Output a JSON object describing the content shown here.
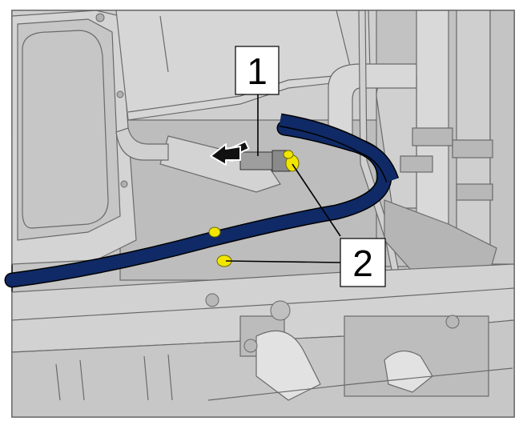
{
  "callouts": [
    {
      "id": "1",
      "label": "1"
    },
    {
      "id": "2",
      "label": "2"
    }
  ],
  "colors": {
    "background": "#ffffff",
    "part_fill": "#c9c9c9",
    "part_light": "#dcdcdc",
    "part_dark": "#9a9a9a",
    "hose": "#0f2a66",
    "clip_highlight": "#f2e600",
    "outline": "#000000"
  },
  "icons": [
    "direction-arrow-icon"
  ]
}
